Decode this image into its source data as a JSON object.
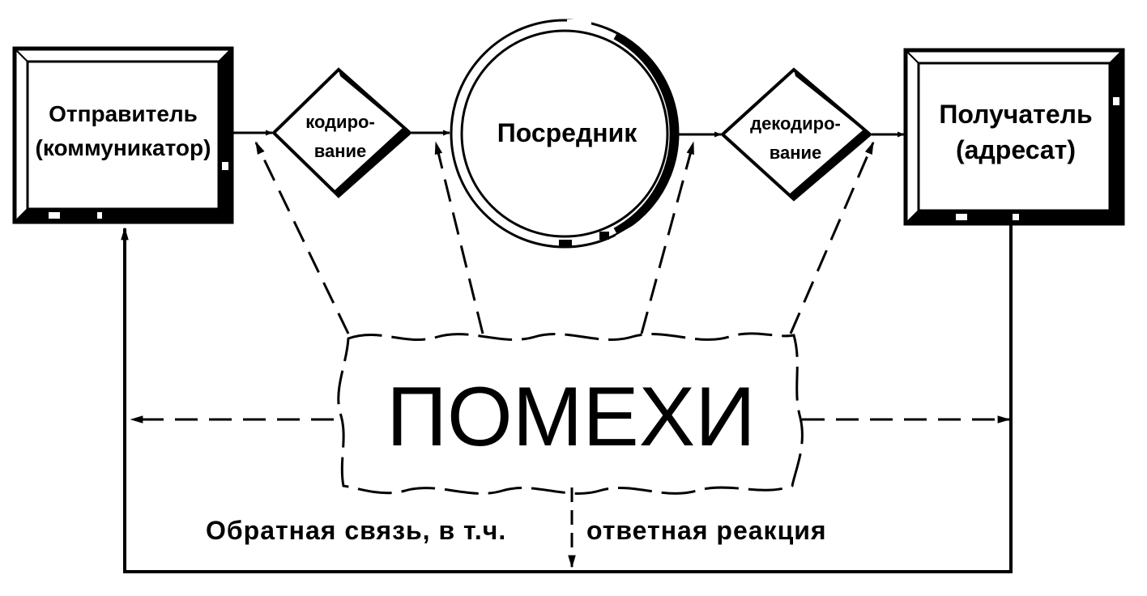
{
  "sender": {
    "line1": "Отправитель",
    "line2": "(коммуникатор)"
  },
  "encoding": {
    "line1": "кодиро-",
    "line2": "вание"
  },
  "medium": {
    "label": "Посредник"
  },
  "decoding": {
    "line1": "декодиро-",
    "line2": "вание"
  },
  "receiver": {
    "line1": "Получатель",
    "line2": "(адресат)"
  },
  "noise": {
    "label": "ПОМЕХИ"
  },
  "feedback": {
    "part1": "Обратная связь, в т.ч.",
    "part2": "ответная реакция"
  },
  "colors": {
    "ink": "#000000",
    "paper": "#ffffff"
  }
}
